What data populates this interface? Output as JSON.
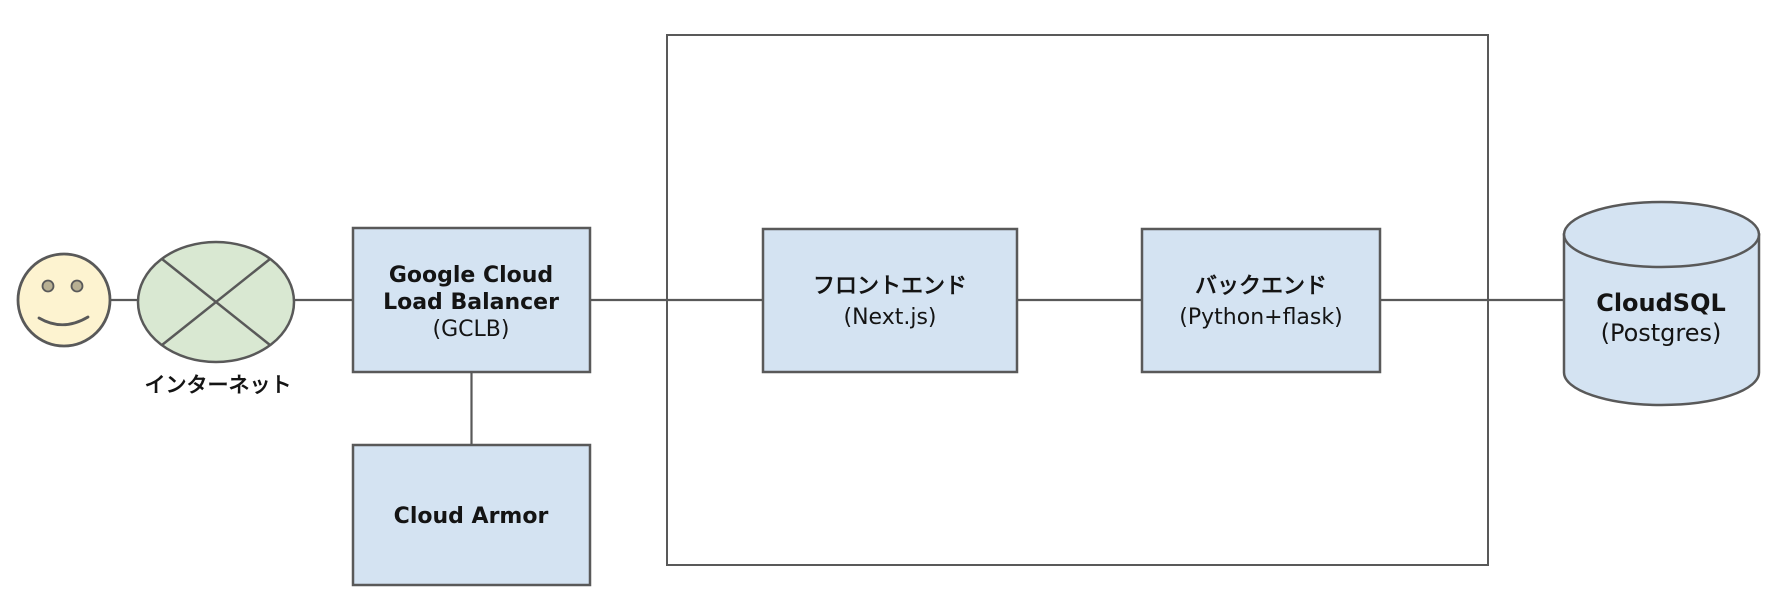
{
  "diagram": {
    "nodes": {
      "internet": {
        "label": "インターネット"
      },
      "gclb": {
        "title_line1": "Google Cloud",
        "title_line2": "Load Balancer",
        "subtitle": "(GCLB)"
      },
      "cloud_armor": {
        "title": "Cloud Armor"
      },
      "frontend": {
        "title": "フロントエンド",
        "subtitle": "(Next.js)"
      },
      "backend": {
        "title": "バックエンド",
        "subtitle": "(Python+flask)"
      },
      "cloudsql": {
        "title": "CloudSQL",
        "subtitle": "(Postgres)"
      }
    },
    "colors": {
      "service_fill": "#d4e3f2",
      "internet_fill": "#d9e8d2",
      "user_fill": "#fdf3d0",
      "eye_fill": "#b8b093",
      "stroke": "#595959"
    }
  }
}
